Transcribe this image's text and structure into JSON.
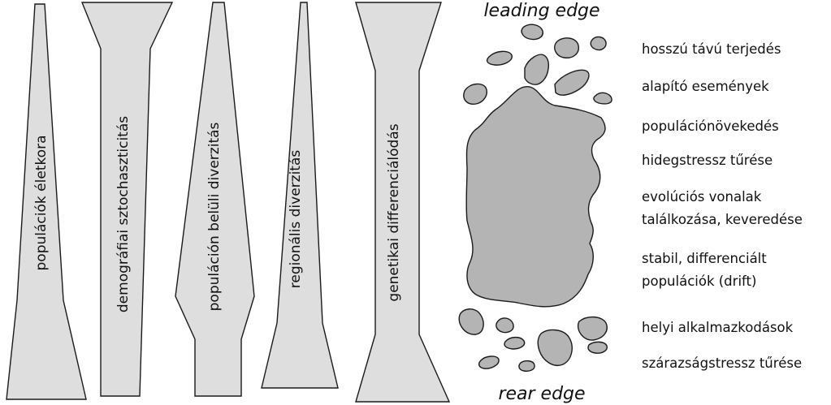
{
  "columns": [
    {
      "id": "eletkor",
      "label": "populációk életkora"
    },
    {
      "id": "demografiai",
      "label": "demográfiai sztochaszticitás"
    },
    {
      "id": "belul",
      "label": "populáción belüli diverzitás"
    },
    {
      "id": "regionalis",
      "label": "regionális diverzitás"
    },
    {
      "id": "genetikai",
      "label": "genetikai differenciálódás"
    }
  ],
  "edges": {
    "leading": "leading edge",
    "rear": "rear edge"
  },
  "labels": [
    {
      "id": "hosszu",
      "lines": [
        "hosszú távú terjedés"
      ]
    },
    {
      "id": "alapito",
      "lines": [
        "alapító események"
      ]
    },
    {
      "id": "novekedes",
      "lines": [
        "populációnövekedés"
      ]
    },
    {
      "id": "hidegstressz",
      "lines": [
        "hidegstressz tűrése"
      ]
    },
    {
      "id": "evolucios",
      "lines": [
        "evolúciós vonalak",
        "találkozása, keveredése"
      ]
    },
    {
      "id": "stabil",
      "lines": [
        "stabil, differenciált",
        "populációk (drift)"
      ]
    },
    {
      "id": "helyi",
      "lines": [
        "helyi alkalmazkodások"
      ]
    },
    {
      "id": "szarazsag",
      "lines": [
        "szárazságstressz tűrése"
      ]
    }
  ]
}
